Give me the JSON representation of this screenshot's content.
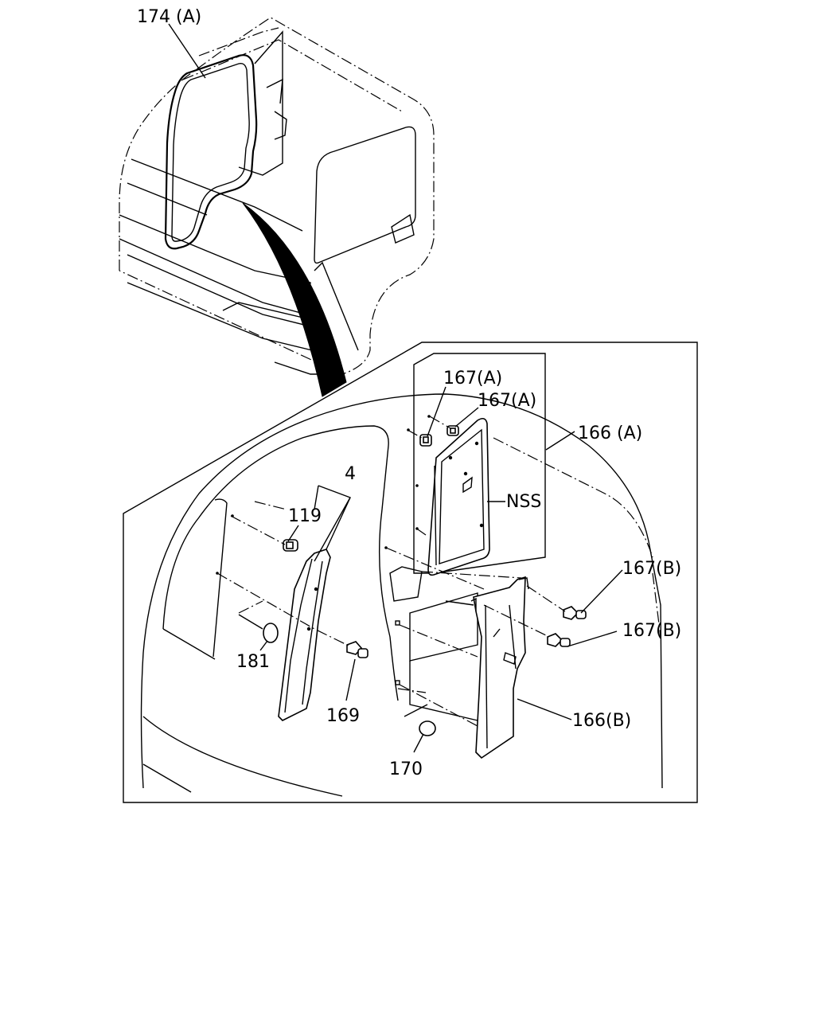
{
  "labels": {
    "door_seal": "174 (A)",
    "clip_a_1": "167(A)",
    "clip_a_2": "167(A)",
    "upper_trim": "166 (A)",
    "pillar_assy": "4",
    "grommet_119": "119",
    "side_note": "NSS",
    "clip_b_1": "167(B)",
    "clip_b_2": "167(B)",
    "cap_181": "181",
    "clip_169": "169",
    "lower_trim": "166(B)",
    "cap_170": "170"
  }
}
